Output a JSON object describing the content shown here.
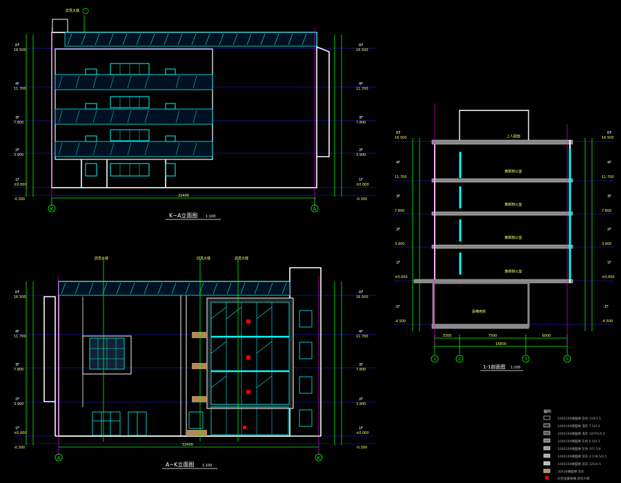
{
  "colors": {
    "background": "#000000",
    "outline": "#ffffff",
    "dimension": "#00ff00",
    "glass": "#00ffff",
    "floor_line": "#0000ff",
    "axis": "#ff00ff",
    "text_yellow": "#ffff00",
    "accent_red": "#ff0000",
    "text_green": "#66ff66"
  },
  "elev1": {
    "title": "K~A立面图",
    "scale": "1:100",
    "axis_left": "K",
    "axis_right": "A",
    "overall_dim": "32400",
    "levels": [
      {
        "label": "RF",
        "elev": "16.500"
      },
      {
        "label": "4F",
        "elev": "11.700"
      },
      {
        "label": "3F",
        "elev": "7.800"
      },
      {
        "label": "2F",
        "elev": "3.900"
      },
      {
        "label": "1F",
        "elev": "±0.000"
      },
      {
        "label": "",
        "elev": "-0.300"
      }
    ],
    "callout": "詳見大樣"
  },
  "elev2": {
    "title": "A~K立面图",
    "scale": "1:100",
    "axis_left": "A",
    "axis_right": "K",
    "overall_dim": "32400",
    "levels": [
      {
        "label": "RF",
        "elev": "16.500"
      },
      {
        "label": "4F",
        "elev": "11.700"
      },
      {
        "label": "3F",
        "elev": "7.800"
      },
      {
        "label": "2F",
        "elev": "3.900"
      },
      {
        "label": "1F",
        "elev": "±0.000"
      },
      {
        "label": "",
        "elev": "-0.300"
      }
    ],
    "callouts": [
      "詳見大樣",
      "詳見大樣",
      "詳見大樣"
    ]
  },
  "section": {
    "title": "1-1剖面图",
    "scale": "1:100",
    "axes": [
      "1",
      "2",
      "3",
      "5"
    ],
    "spans": [
      "3300",
      "7500",
      "6000"
    ],
    "total": "16800",
    "levels_left": [
      {
        "label": "RF",
        "elev": "16.500"
      },
      {
        "label": "4F",
        "elev": "11.700"
      },
      {
        "label": "3F",
        "elev": "7.800"
      },
      {
        "label": "2F",
        "elev": "3.900"
      },
      {
        "label": "1F",
        "elev": "±0.000"
      },
      {
        "label": "-1F",
        "elev": "-4.500"
      }
    ],
    "levels_right": [
      {
        "label": "RF",
        "elev": "16.500"
      },
      {
        "label": "4F",
        "elev": "11.700"
      },
      {
        "label": "3F",
        "elev": "7.800"
      },
      {
        "label": "2F",
        "elev": "3.900"
      },
      {
        "label": "1F",
        "elev": "±0.000"
      },
      {
        "label": "-1F",
        "elev": "-4.500"
      }
    ],
    "rooms": [
      "上人屋面",
      "教師辦公室",
      "教師辦公室",
      "教師辦公室",
      "教師辦公室",
      "設備用房"
    ]
  },
  "legend": {
    "title": "圖例：",
    "items": [
      {
        "label": "100X100磚面磚 白色 119/1.5"
      },
      {
        "label": "100X100磚面磚 淺灰 7.5/0.2"
      },
      {
        "label": "100X100磚面磚 淺灰 10YR5/0.4"
      },
      {
        "label": "100X100磚面磚 灰色 6.5/0.3"
      },
      {
        "label": "100X100磚面磚 灰色 5Y5.5/4"
      },
      {
        "label": "100X100磚面磚 深灰 4.1Y8.5/0.5"
      },
      {
        "label": "100X100磚面磚 深灰 125/4.5"
      },
      {
        "label": "30X30磚面磚 深灰"
      },
      {
        "label": "紅色金屬格柵 詳見大樣"
      }
    ]
  }
}
